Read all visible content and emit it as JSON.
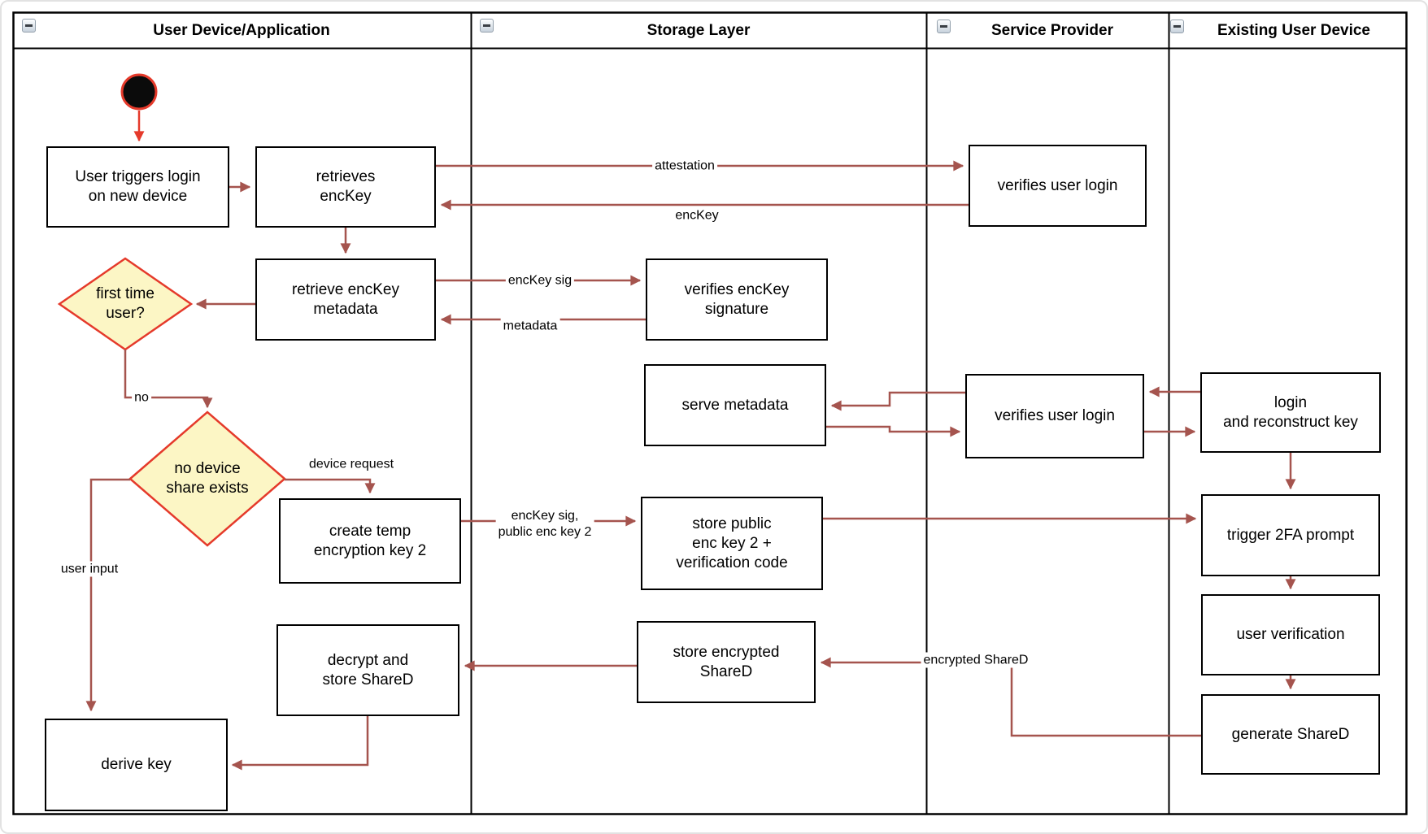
{
  "colors": {
    "arrow": "#A5544E",
    "accent_red": "#E53A2B",
    "diamond_fill": "#FCF6C5",
    "node_border": "#000000",
    "lane_border": "#000000"
  },
  "lanes": [
    {
      "title": "User Device/Application"
    },
    {
      "title": "Storage Layer"
    },
    {
      "title": "Service Provider"
    },
    {
      "title": "Existing User Device"
    }
  ],
  "nodes": {
    "user_triggers": {
      "line1": "User triggers login",
      "line2": "on new device"
    },
    "retrieves_enckey": {
      "line1": "retrieves",
      "line2": "encKey"
    },
    "retrieve_metadata": {
      "line1": "retrieve encKey",
      "line2": "metadata"
    },
    "first_time_user": {
      "line1": "first time",
      "line2": "user?"
    },
    "no_device_share": {
      "line1": "no device",
      "line2": "share exists"
    },
    "create_temp_key": {
      "line1": "create temp",
      "line2": "encryption key 2"
    },
    "decrypt_store_shared": {
      "line1": "decrypt and",
      "line2": "store ShareD"
    },
    "derive_key": {
      "line1": "derive key"
    },
    "verifies_enckey_sig": {
      "line1": "verifies encKey",
      "line2": "signature"
    },
    "serve_metadata": {
      "line1": "serve metadata"
    },
    "store_public_key": {
      "line1": "store public",
      "line2": "enc key 2 +",
      "line3": "verification code"
    },
    "store_encrypted_shared": {
      "line1": "store encrypted",
      "line2": "ShareD"
    },
    "verifies_user_login_top": {
      "line1": "verifies user login"
    },
    "verifies_user_login_mid": {
      "line1": "verifies user login"
    },
    "login_reconstruct": {
      "line1": "login",
      "line2": "and reconstruct key"
    },
    "trigger_2fa": {
      "line1": "trigger 2FA prompt"
    },
    "user_verification": {
      "line1": "user verification"
    },
    "generate_shared": {
      "line1": "generate ShareD"
    }
  },
  "edge_labels": {
    "attestation": "attestation",
    "enckey": "encKey",
    "enckey_sig": "encKey sig",
    "metadata": "metadata",
    "no": "no",
    "device_request": "device request",
    "enckey_sig_public_line1": "encKey sig,",
    "enckey_sig_public_line2": "public enc key 2",
    "encrypted_shared": "encrypted ShareD",
    "user_input": "user input"
  }
}
